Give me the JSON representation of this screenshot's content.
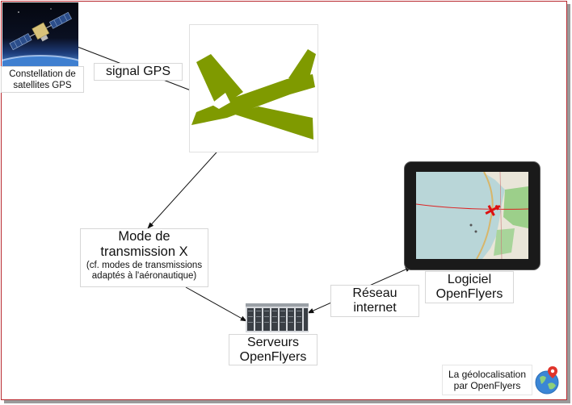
{
  "nodes": {
    "satellite": {
      "label": "Constellation de satellites GPS",
      "icon": "satellite-icon"
    },
    "gps_signal": {
      "label": "signal GPS"
    },
    "aircraft": {
      "icon": "airplane-icon",
      "color": "#7f9a00"
    },
    "transmission": {
      "title": "Mode de transmission X",
      "subtitle": "(cf. modes de transmissions adaptés à l'aéronautique)"
    },
    "software": {
      "label": "Logiciel OpenFlyers",
      "icon": "tablet-map-icon"
    },
    "network": {
      "label": "Réseau internet"
    },
    "servers": {
      "label": "Serveurs OpenFlyers",
      "icon": "server-rack-icon"
    },
    "geolocation": {
      "label": "La géolocalisation par OpenFlyers",
      "icon": "globe-pin-icon"
    }
  },
  "edges": [
    {
      "from": "satellite",
      "to": "aircraft",
      "label": "signal GPS"
    },
    {
      "from": "aircraft",
      "to": "transmission"
    },
    {
      "from": "transmission",
      "to": "servers"
    },
    {
      "from": "servers",
      "to": "software",
      "label": "Réseau internet",
      "bidirectional": true
    }
  ],
  "colors": {
    "frame": "#b8282e",
    "aircraft": "#7f9a00",
    "arrow": "#111111"
  }
}
